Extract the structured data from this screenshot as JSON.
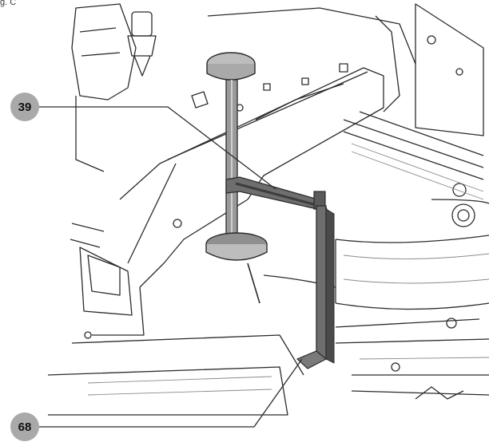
{
  "figure": {
    "label": "g. C"
  },
  "callouts": [
    {
      "id": "39",
      "text": "39"
    },
    {
      "id": "68",
      "text": "68"
    }
  ],
  "colors": {
    "line": "#2b2b2b",
    "light_line": "#8a8a8a",
    "callout_fill": "#a9a9a9",
    "part_fill": "#6e6e6e",
    "part_dark": "#3d3d3d",
    "knob_fill": "#bdbdbd"
  }
}
